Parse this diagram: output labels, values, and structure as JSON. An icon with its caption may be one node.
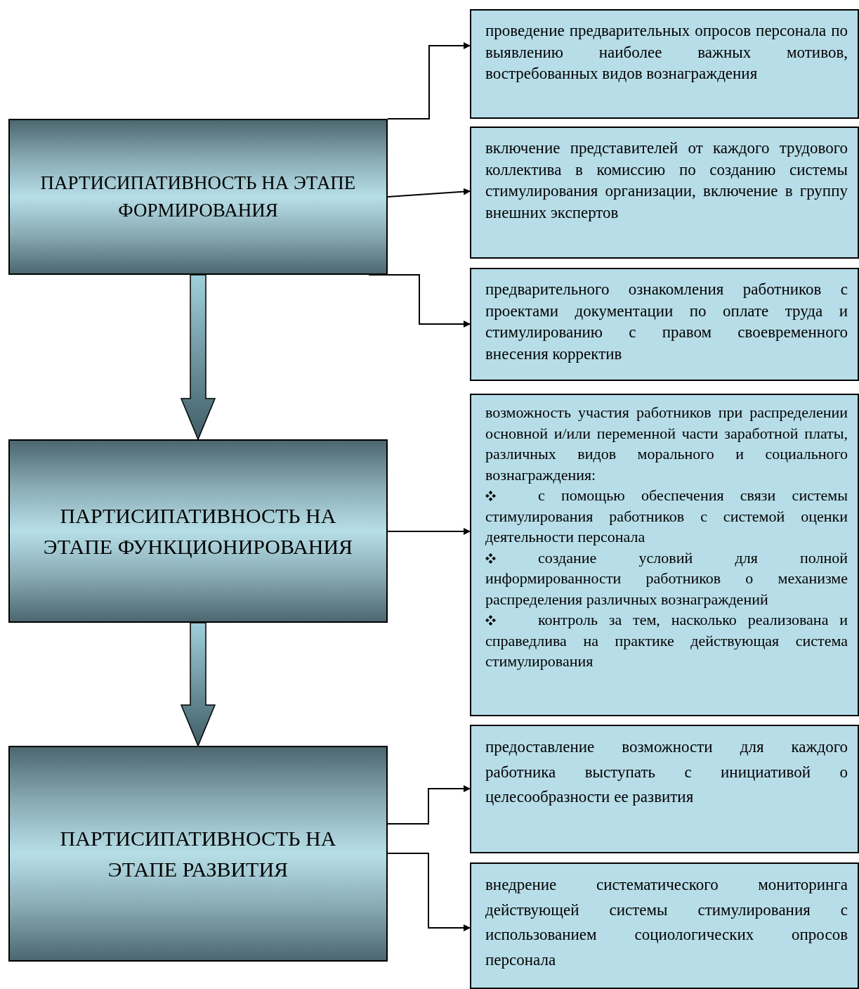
{
  "diagram": {
    "nodes": [
      {
        "text": [
          "ПАРТИСИПАТИВНОСТЬ НА ЭТАПЕ ФОРМИРОВАНИЯ"
        ]
      },
      {
        "text": [
          "проведение предварительных опросов персонала по выявлению наиболее важных мотивов, востребованных видов вознаграждения"
        ]
      },
      {
        "text": [
          "включение представителей от каждого трудового коллектива в комиссию по созданию системы стимулирования организации, включение в группу внешних экспертов"
        ]
      },
      {
        "text": [
          "предварительного ознакомления работников с проектами документации по оплате труда и стимулированию с правом своевременного внесения корректив"
        ]
      },
      {
        "text": [
          "ПАРТИСИПАТИВНОСТЬ НА ЭТАПЕ ФУНКЦИОНИРОВАНИЯ"
        ]
      },
      {
        "text": [
          "возможность участия работников при распределении основной и/или переменной части заработной платы, различных видов морального и социального вознаграждения:",
          "с помощью обеспечения связи системы стимулирования работников с системой оценки деятельности персонала",
          "создание условий для полной информированности работников о механизме распределения различных вознаграждений",
          "контроль за тем, насколько реализована и справедлива на практике действующая система стимулирования"
        ]
      },
      {
        "text": [
          "ПАРТИСИПАТИВНОСТЬ НА ЭТАПЕ РАЗВИТИЯ"
        ]
      },
      {
        "text": [
          "предоставление возможности для каждого работника выступать с инициативой о целесообразности ее развития"
        ]
      },
      {
        "text": [
          "внедрение систематического мониторинга действующей системы стимулирования с использованием социологических опросов персонала"
        ]
      }
    ],
    "edges": [
      {
        "from": 0,
        "to": 1,
        "arrow": "to"
      },
      {
        "from": 0,
        "to": 2,
        "arrow": "to"
      },
      {
        "from": 0,
        "to": 3,
        "arrow": "to"
      },
      {
        "from": 0,
        "to": 4,
        "arrow": "to",
        "style": "thick"
      },
      {
        "from": 4,
        "to": 5,
        "arrow": "to"
      },
      {
        "from": 4,
        "to": 6,
        "arrow": "to",
        "style": "thick"
      },
      {
        "from": 6,
        "to": 7,
        "arrow": "to"
      },
      {
        "from": 6,
        "to": 8,
        "arrow": "to"
      }
    ]
  }
}
